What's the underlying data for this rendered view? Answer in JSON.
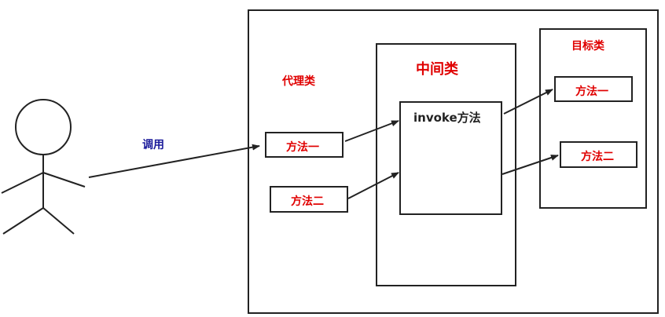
{
  "diagram": {
    "call_label": "调用",
    "proxy_class_label": "代理类",
    "middle_class_label": "中间类",
    "target_class_label": "目标类",
    "invoke_method_label": "invoke方法",
    "proxy_methods": [
      "方法一",
      "方法二"
    ],
    "target_methods": [
      "方法一",
      "方法二"
    ],
    "colors": {
      "stroke": "#222222",
      "label_red": "#e00000",
      "label_blue": "#1a1a9a"
    }
  }
}
